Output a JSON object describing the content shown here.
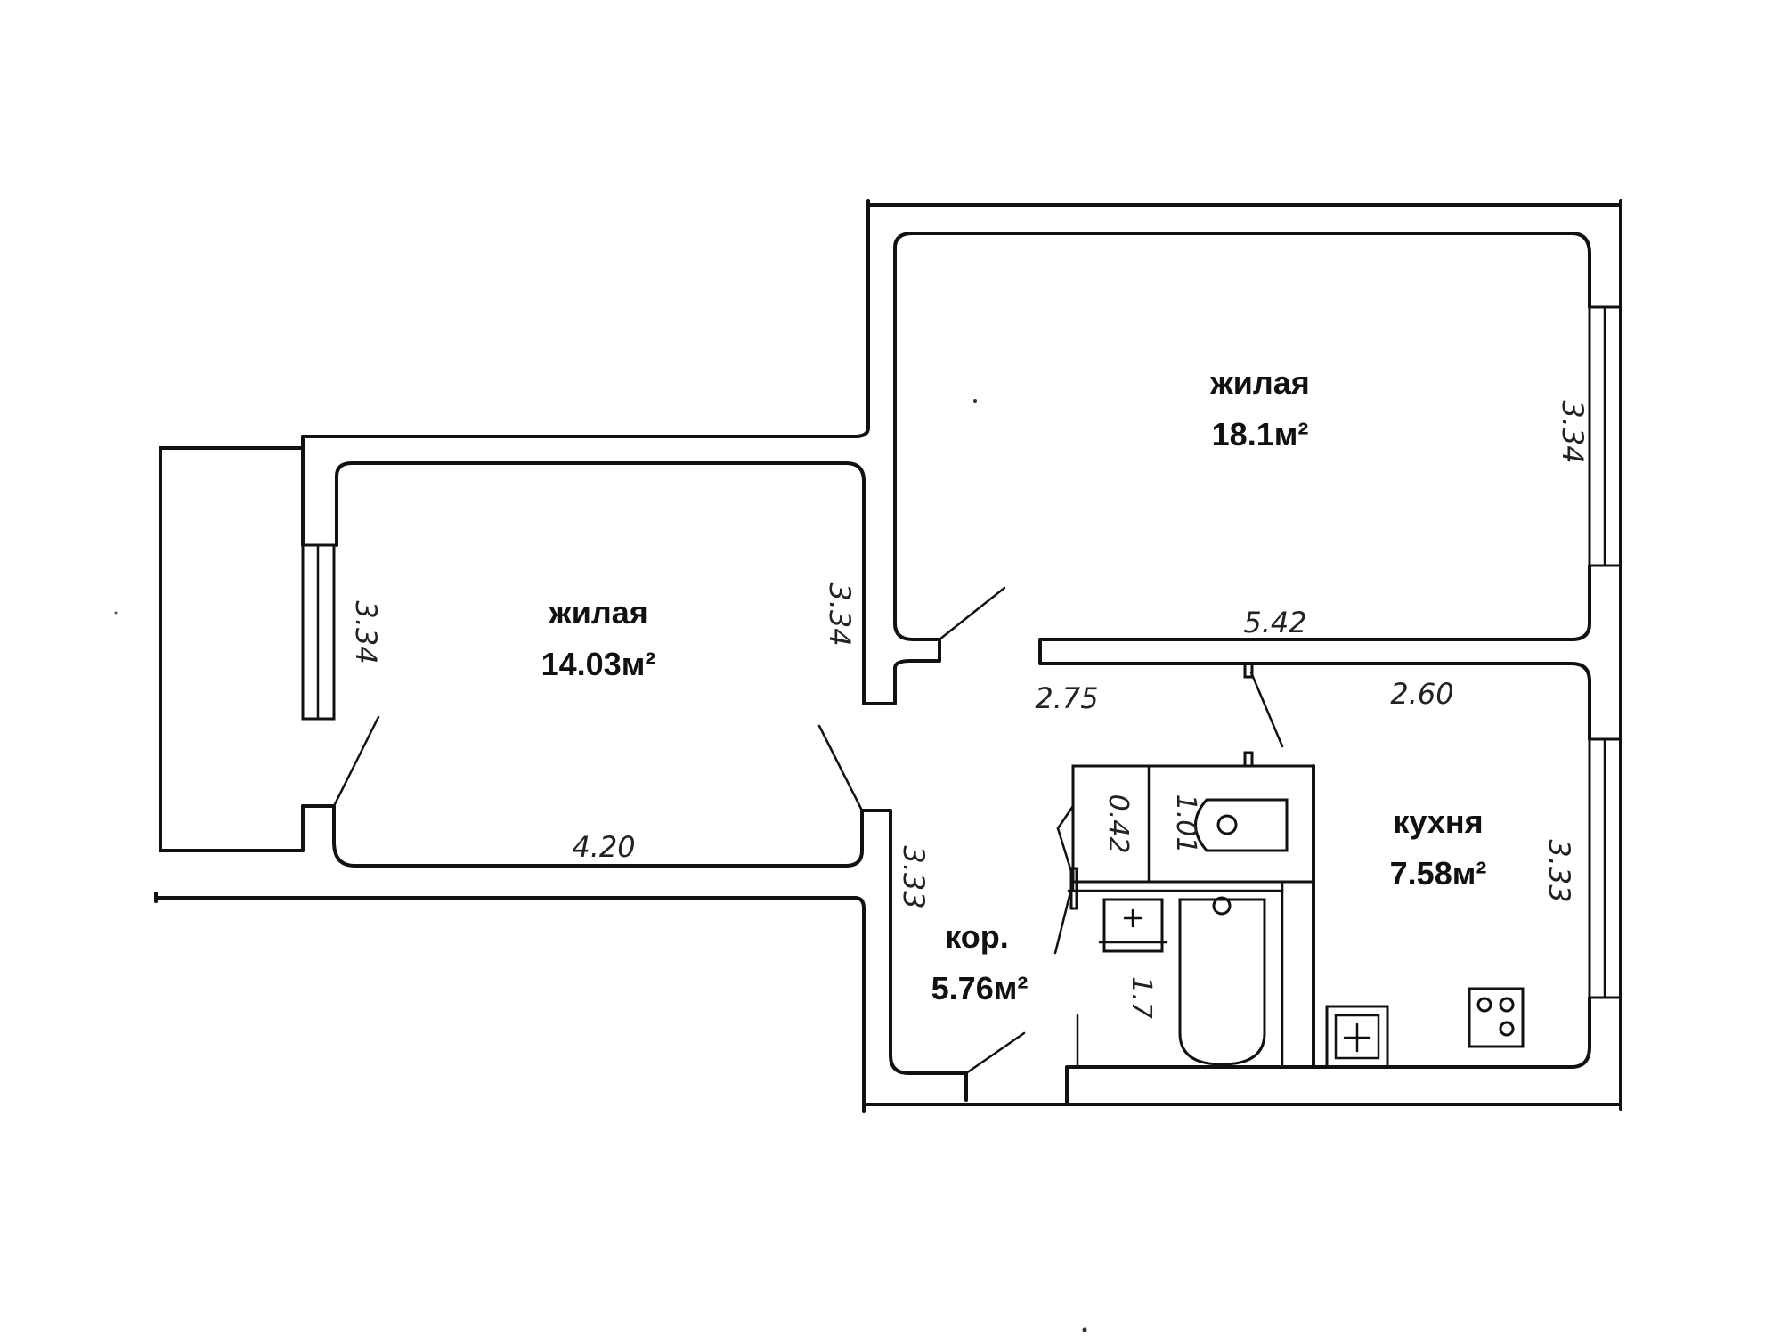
{
  "rooms": {
    "living_large": {
      "name": "жилая",
      "area": "18.1м²"
    },
    "living_small": {
      "name": "жилая",
      "area": "14.03м²"
    },
    "kitchen": {
      "name": "кухня",
      "area": "7.58м²"
    },
    "corridor": {
      "name": "кор.",
      "area": "5.76м²"
    }
  },
  "dimensions": {
    "large_right": "3.34",
    "large_bottom": "5.42",
    "small_left": "3.34",
    "small_right": "3.34",
    "small_bottom": "4.20",
    "corridor_top": "2.75",
    "corridor_side": "3.33",
    "kitchen_top": "2.60",
    "kitchen_right": "3.33",
    "wc_width": "1.01",
    "wc_depth": "0.42",
    "bath_width": "1.7"
  },
  "fixtures": [
    "toilet-icon",
    "bathtub-icon",
    "sink-icon",
    "stove-icon",
    "kitchen-sink-icon"
  ]
}
